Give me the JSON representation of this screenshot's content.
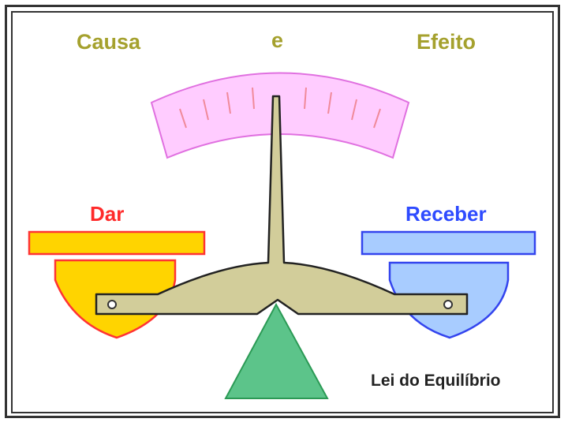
{
  "title": {
    "left": "Causa",
    "middle": "e",
    "right": "Efeito"
  },
  "left_side": {
    "label": "Dar"
  },
  "right_side": {
    "label": "Receber"
  },
  "caption": "Lei do Equilíbrio",
  "colors": {
    "title_text": "#a5a12e",
    "dar": "#ff2a2a",
    "receber": "#2e4bff",
    "dial": "#ffccff",
    "dial_border": "#e070e0",
    "beam": "#d2cd9a",
    "left_tray": "#ffd400",
    "right_tray": "#a8ccff",
    "fulcrum": "#5cc48a"
  }
}
